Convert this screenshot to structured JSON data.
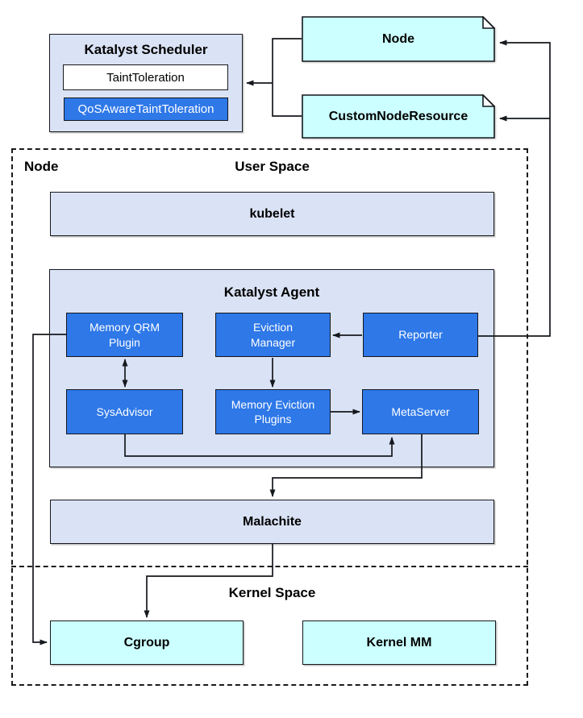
{
  "colors": {
    "accent_blue": "#2e78e8",
    "light_lavender_fill": "#dae2f5",
    "cyan_fill": "#ccffff",
    "line_color": "#15181d"
  },
  "scheduler": {
    "title": "Katalyst Scheduler",
    "taint_toleration": "TaintToleration",
    "qos_aware_taint_toleration": "QoSAwareTaintToleration"
  },
  "crds": {
    "node": "Node",
    "custom_node_resource": "CustomNodeResource"
  },
  "node": {
    "label": "Node",
    "user_space": "User Space",
    "kernel_space": "Kernel Space",
    "kubelet": "kubelet",
    "agent": {
      "title": "Katalyst Agent",
      "memory_qrm_plugin": "Memory QRM Plugin",
      "eviction_manager": "Eviction Manager",
      "reporter": "Reporter",
      "sys_advisor": "SysAdvisor",
      "memory_eviction_plugins": "Memory Eviction Plugins",
      "meta_server": "MetaServer"
    },
    "malachite": "Malachite",
    "cgroup": "Cgroup",
    "kernel_mm": "Kernel MM"
  }
}
